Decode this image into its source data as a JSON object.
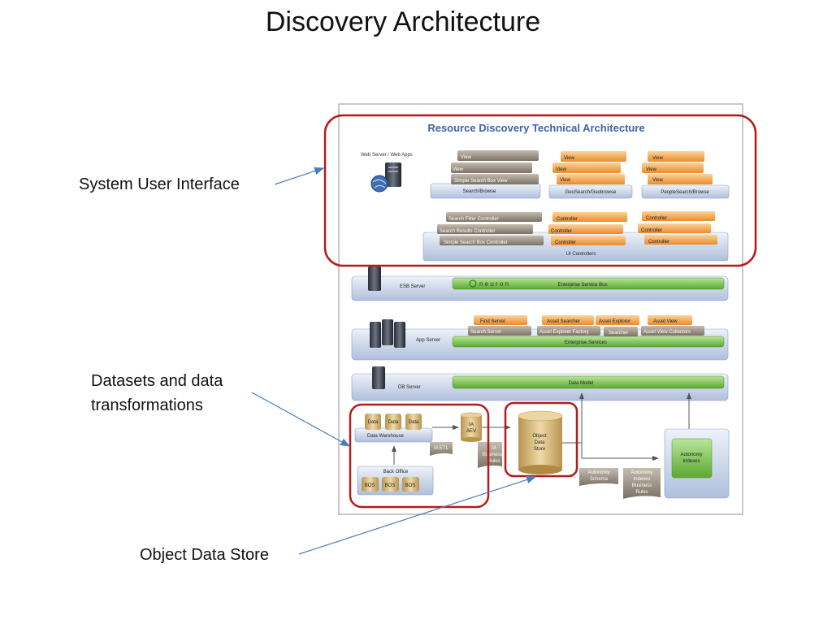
{
  "slide": {
    "title": "Discovery Architecture"
  },
  "callouts": {
    "system_ui": "System User Interface",
    "datasets_line1": "Datasets and data",
    "datasets_line2": "transformations",
    "object_store": "Object Data Store"
  },
  "diagram": {
    "title": "Resource Discovery Technical Architecture",
    "web_server_label": "Web Server / Web Apps",
    "search_browse": {
      "views": [
        "View",
        "View",
        "Simple Search Box View"
      ],
      "label": "Search/Browse"
    },
    "geo_search": {
      "views": [
        "View",
        "View",
        "View"
      ],
      "label": "GeoSearch/Geobrowse"
    },
    "people_search": {
      "views": [
        "View",
        "View",
        "View"
      ],
      "label": "PeopleSearch/Browse"
    },
    "controllers": {
      "left": [
        "Search Filter Controller",
        "Search Results Controller",
        "Simple Search Box Controller"
      ],
      "middle": [
        "Controller",
        "Controller",
        "Controller"
      ],
      "right": [
        "Controller",
        "Controller",
        "Controller"
      ],
      "label": "UI Controllers"
    },
    "esb": {
      "server_label": "ESB Server",
      "neuron": "n e u r o n",
      "bus_label": "Enterprise Service Bus"
    },
    "app": {
      "server_label": "App Server",
      "services": [
        "Find Server",
        "Search Server",
        "Asset Searcher",
        "Asset Explorer Factory",
        "Asset Explorer",
        "Searcher",
        "Asset View",
        "Asset View Collectors"
      ],
      "label": "Enterprise Services"
    },
    "db": {
      "server_label": "DB Server",
      "model_label": "Data Model"
    },
    "warehouse": {
      "data": [
        "Data",
        "Data",
        "Data"
      ],
      "label": "Data Warehouse"
    },
    "back_office": {
      "label": "Back Office",
      "items": [
        "BOS",
        "BOS",
        "BOS"
      ]
    },
    "ia_aev": [
      "IA",
      "AEV"
    ],
    "ia_etl": "IA ETL",
    "ia_rules": [
      "IA",
      "Business",
      "Rules"
    ],
    "object_store": [
      "Object",
      "Data",
      "Store"
    ],
    "autonomy_schema": [
      "Autonomy",
      "Schema"
    ],
    "autonomy_rules": [
      "Autonomy",
      "Indexes",
      "Business",
      "Rules"
    ],
    "autonomy_indexes": [
      "Autonomy",
      "Indexes"
    ]
  },
  "colors": {
    "highlight": "#b31b1b",
    "arrow": "#4a7ebb",
    "title_blue": "#3c64a8",
    "orange": "#f0a04a",
    "green": "#6cbf3e",
    "layer": "#b8c7e0",
    "tan": "#c8a865",
    "gray": "#8d8476"
  }
}
